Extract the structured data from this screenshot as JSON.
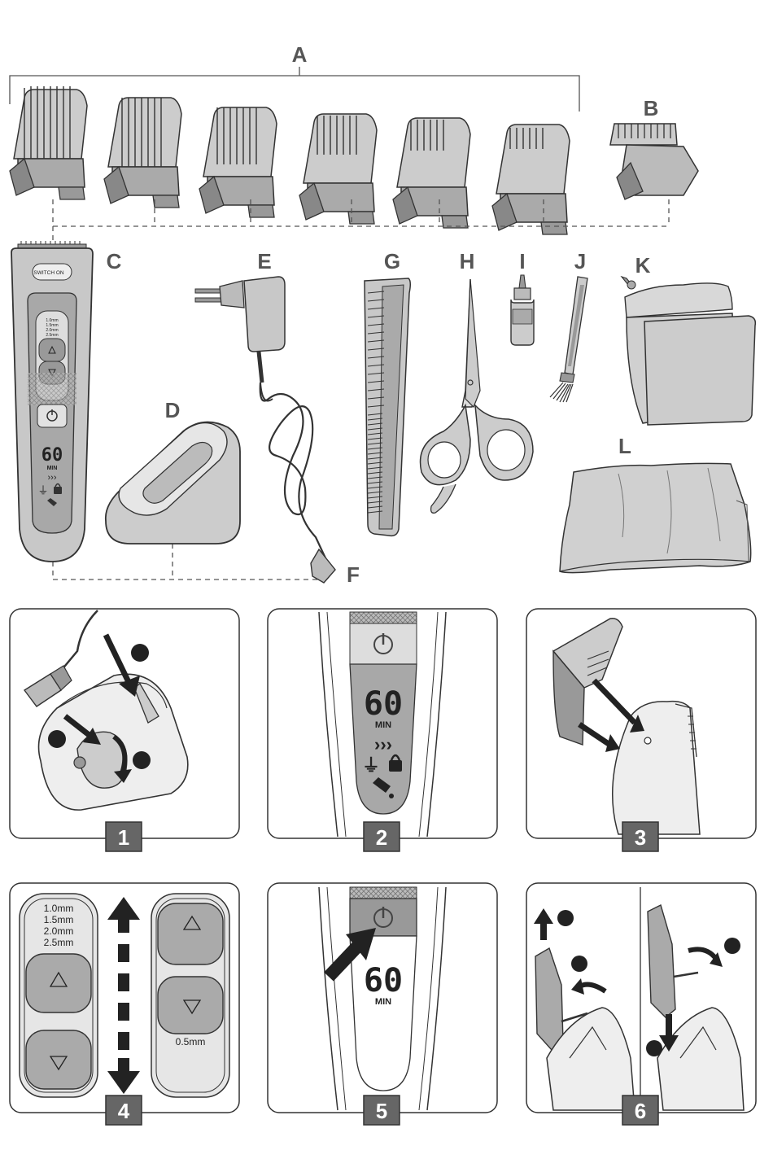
{
  "labels": {
    "A": "A",
    "B": "B",
    "C": "C",
    "D": "D",
    "E": "E",
    "F": "F",
    "G": "G",
    "H": "H",
    "I": "I",
    "J": "J",
    "K": "K",
    "L": "L"
  },
  "clipper": {
    "brand": "SWITCH ON",
    "display": "60",
    "display_unit": "MIN",
    "arrows": "›››",
    "lengths": [
      "1.0mm",
      "1.5mm",
      "2.0mm",
      "2.5mm"
    ]
  },
  "steps": [
    "1",
    "2",
    "3",
    "4",
    "5",
    "6"
  ],
  "step2": {
    "display": "60",
    "unit": "MIN",
    "arrows": "›››"
  },
  "step4": {
    "lengths": [
      "1.0mm",
      "1.5mm",
      "2.0mm",
      "2.5mm"
    ],
    "min_length": "0.5mm"
  },
  "step5": {
    "display": "60",
    "unit": "MIN"
  }
}
